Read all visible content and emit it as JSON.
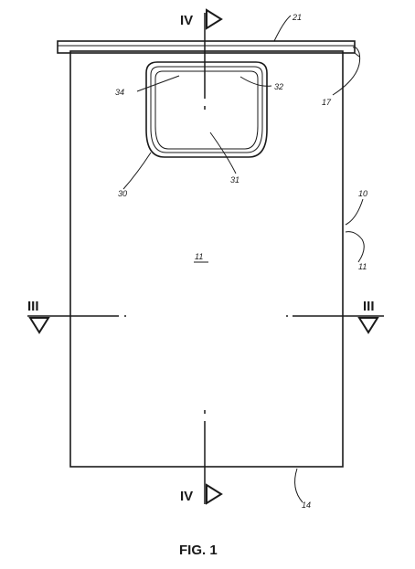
{
  "figure": {
    "section_labels": {
      "iv_top": "IV",
      "iv_bottom": "IV",
      "iii_left": "III",
      "iii_right": "III"
    },
    "reference_numerals": {
      "r21": "21",
      "r17": "17",
      "r34": "34",
      "r32": "32",
      "r30": "30",
      "r31": "31",
      "r10": "10",
      "r11_side": "11",
      "r11_center": "11",
      "r14": "14"
    },
    "caption": "FIG. 1",
    "colors": {
      "ink": "#1a1a1a",
      "paper": "#ffffff"
    }
  }
}
